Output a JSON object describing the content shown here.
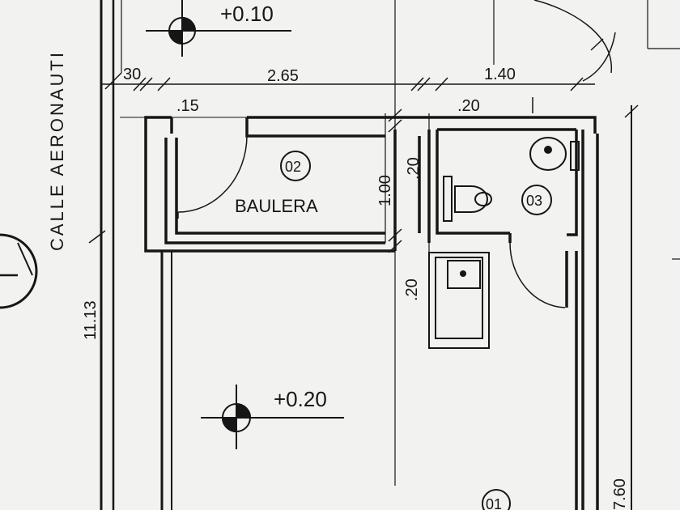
{
  "street_label": "CALLE AERONAUTI",
  "levels": {
    "top": "+0.10",
    "bottom": "+0.20"
  },
  "dimensions": {
    "d_30": "30",
    "d_265": "2.65",
    "d_140": "1.40",
    "d_15": ".15",
    "d_20_top": ".20",
    "d_20_mid": ".20",
    "d_100": "1.00",
    "d_20_low": ".20",
    "d_1113": "11.13",
    "d_760": "7.60"
  },
  "rooms": {
    "baulera": {
      "number": "02",
      "name": "BAULERA"
    },
    "bath": {
      "number": "03"
    },
    "main": {
      "number": "01"
    }
  },
  "colors": {
    "ink": "#161616",
    "paper": "#f2f2f0"
  }
}
